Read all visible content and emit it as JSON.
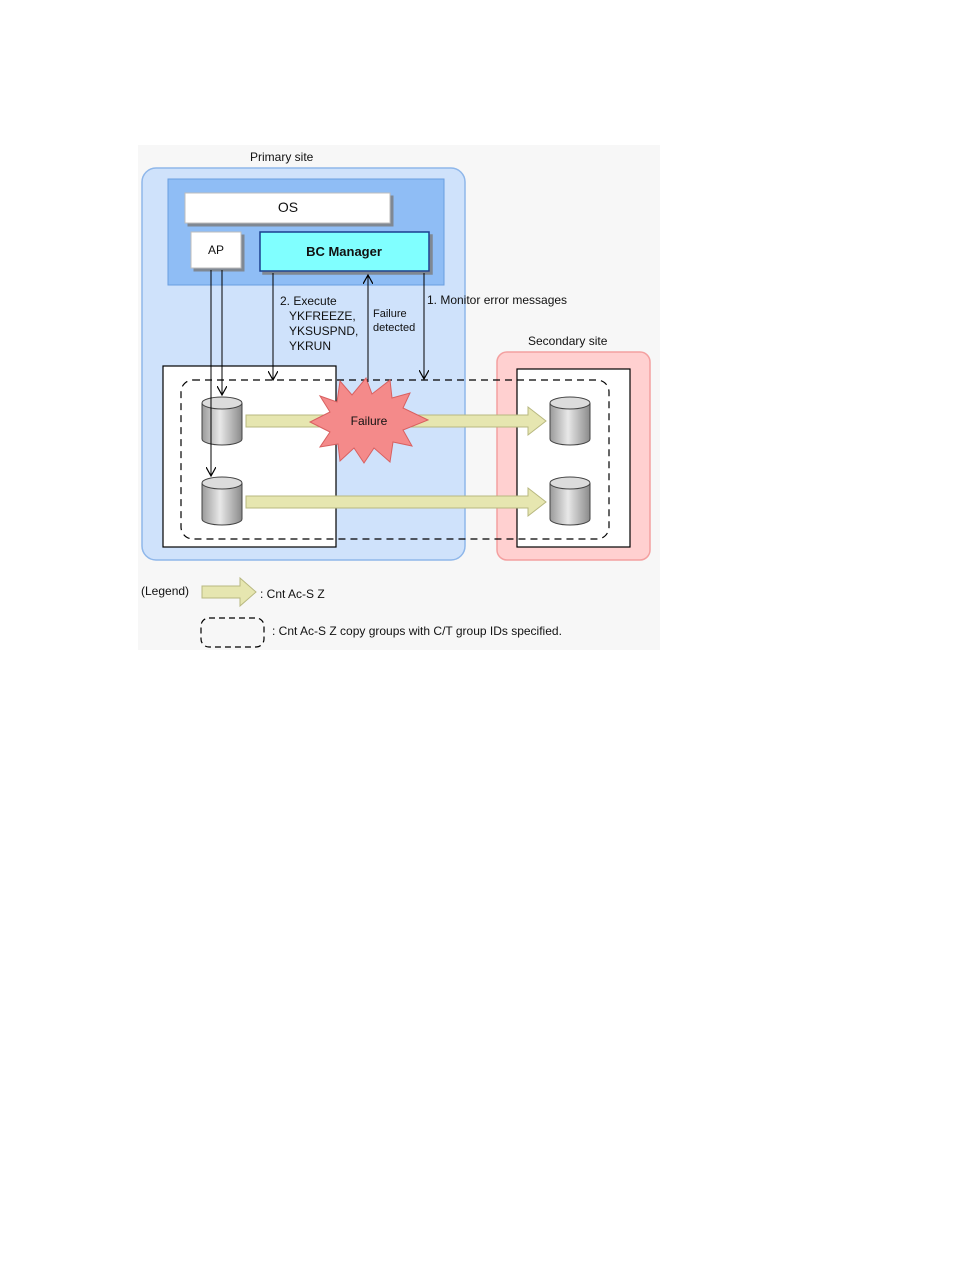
{
  "primary_site": {
    "label": "Primary site"
  },
  "secondary_site": {
    "label": "Secondary site"
  },
  "host": {
    "os_label": "OS",
    "ap_label": "AP",
    "bc_manager_label": "BC Manager"
  },
  "steps": {
    "execute": [
      "2. Execute",
      "YKFREEZE,",
      "YKSUSPND,",
      "YKRUN"
    ],
    "failure_detected": [
      "Failure",
      "detected"
    ],
    "monitor": "1. Monitor error messages"
  },
  "failure": {
    "label": "Failure"
  },
  "legend": {
    "title": "(Legend)",
    "arrow_desc": ": Cnt Ac-S Z",
    "group_desc": ": Cnt Ac-S Z copy groups with C/T group IDs specified."
  },
  "colors": {
    "primary_site_fill": "#cfe2fb",
    "primary_site_stroke": "#8fb7ea",
    "host_fill": "#8fbdf5",
    "bc_manager_fill": "#80ffff",
    "secondary_site_fill": "#ffd0d0",
    "secondary_site_stroke": "#f4a0a0",
    "failure_fill": "#f48a8a",
    "copy_arrow_fill": "#e6e6b0"
  }
}
